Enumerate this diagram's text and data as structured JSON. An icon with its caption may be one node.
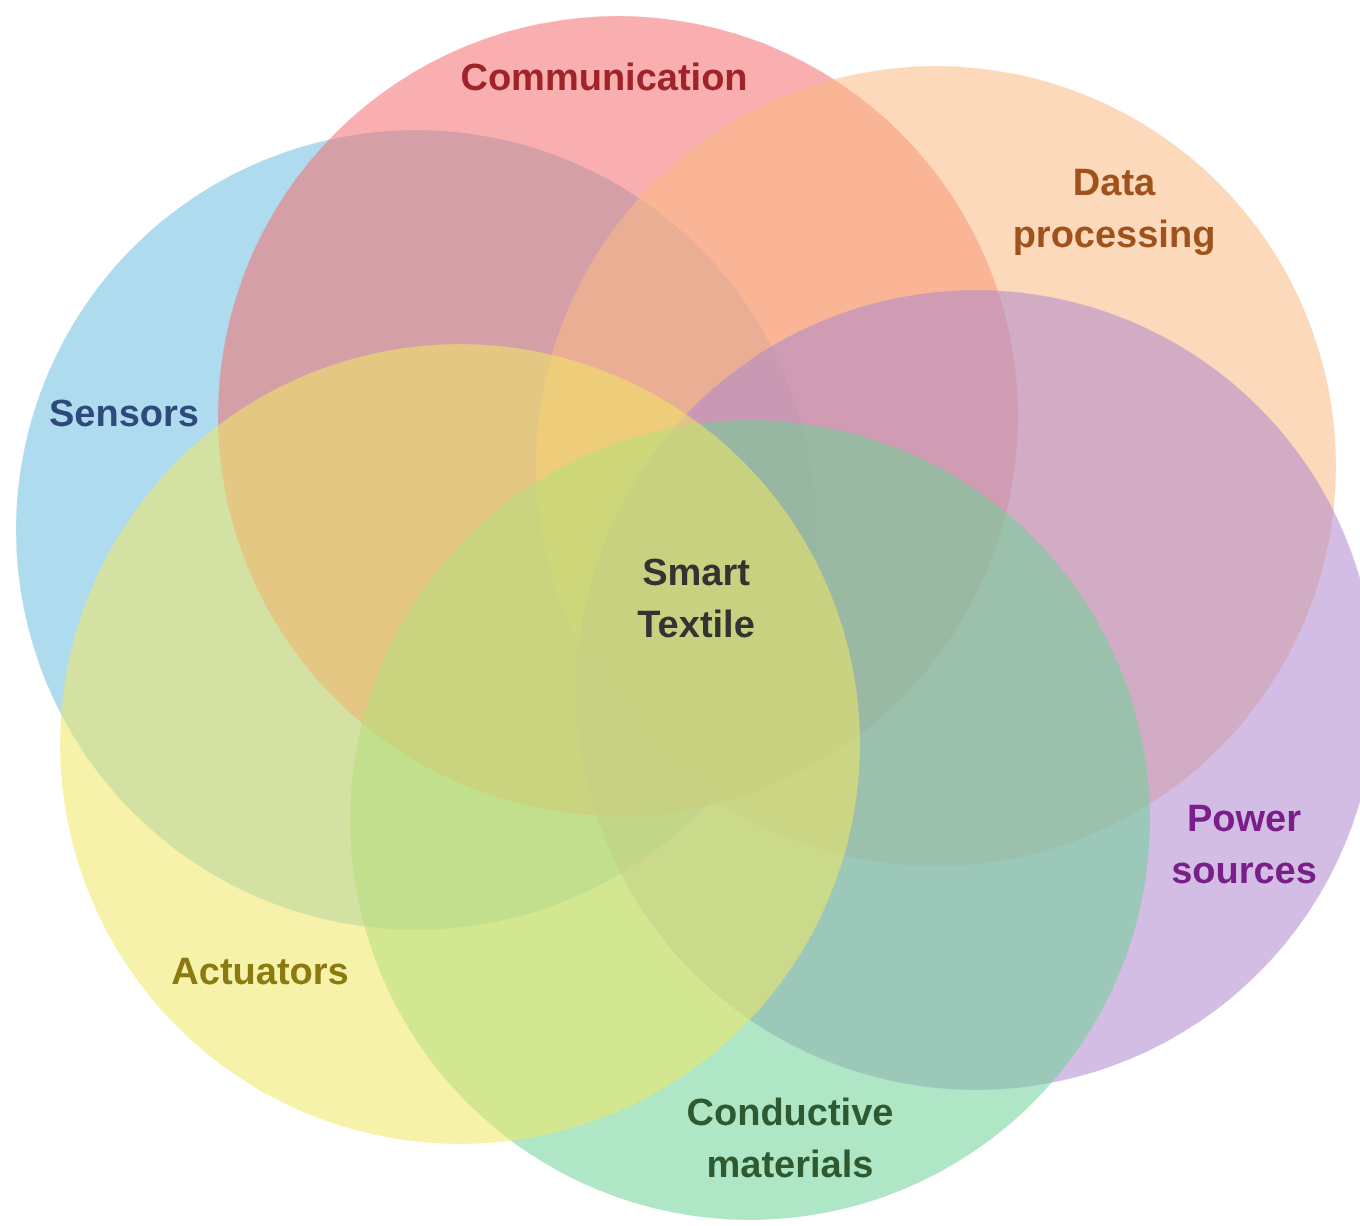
{
  "diagram": {
    "nodes": [
      {
        "text": [
          "Sensors"
        ]
      },
      {
        "text": [
          "Communication"
        ]
      },
      {
        "text": [
          "Data processing"
        ]
      },
      {
        "text": [
          "Power sources"
        ]
      },
      {
        "text": [
          "Conductive materials"
        ]
      },
      {
        "text": [
          "Actuators"
        ]
      }
    ],
    "labels": [
      "Smart Textile"
    ]
  }
}
